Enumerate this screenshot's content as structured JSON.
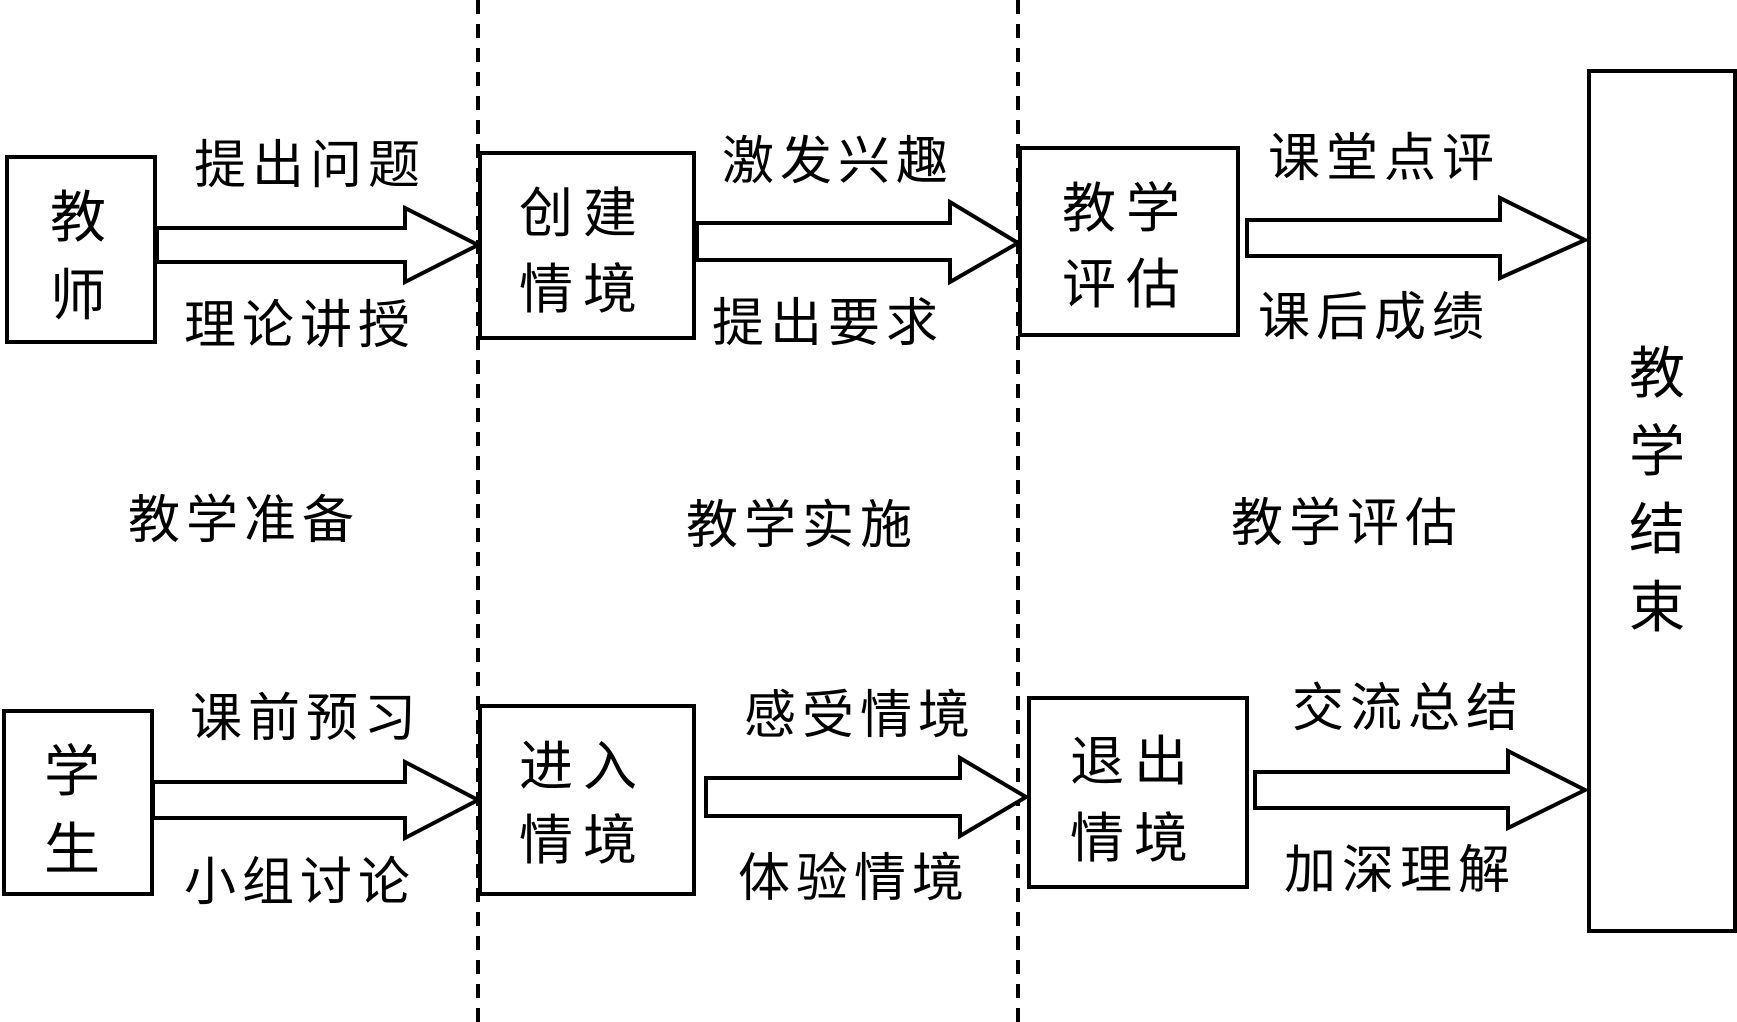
{
  "stages": {
    "prep": "教学准备",
    "impl": "教学实施",
    "eval": "教学评估"
  },
  "teacher_row": {
    "box1": [
      "教",
      "师"
    ],
    "arrow1_top": "提出问题",
    "arrow1_bottom": "理论讲授",
    "box2": [
      "创建",
      "情境"
    ],
    "arrow2_top": "激发兴趣",
    "arrow2_bottom": "提出要求",
    "box3": [
      "教学",
      "评估"
    ],
    "arrow3_top": "课堂点评",
    "arrow3_bottom": "课后成绩"
  },
  "student_row": {
    "box1": [
      "学",
      "生"
    ],
    "arrow1_top": "课前预习",
    "arrow1_bottom": "小组讨论",
    "box2": [
      "进入",
      "情境"
    ],
    "arrow2_top": "感受情境",
    "arrow2_bottom": "体验情境",
    "box3": [
      "退出",
      "情境"
    ],
    "arrow3_top": "交流总结",
    "arrow3_bottom": "加深理解"
  },
  "end_box": [
    "教",
    "学",
    "结",
    "束"
  ]
}
